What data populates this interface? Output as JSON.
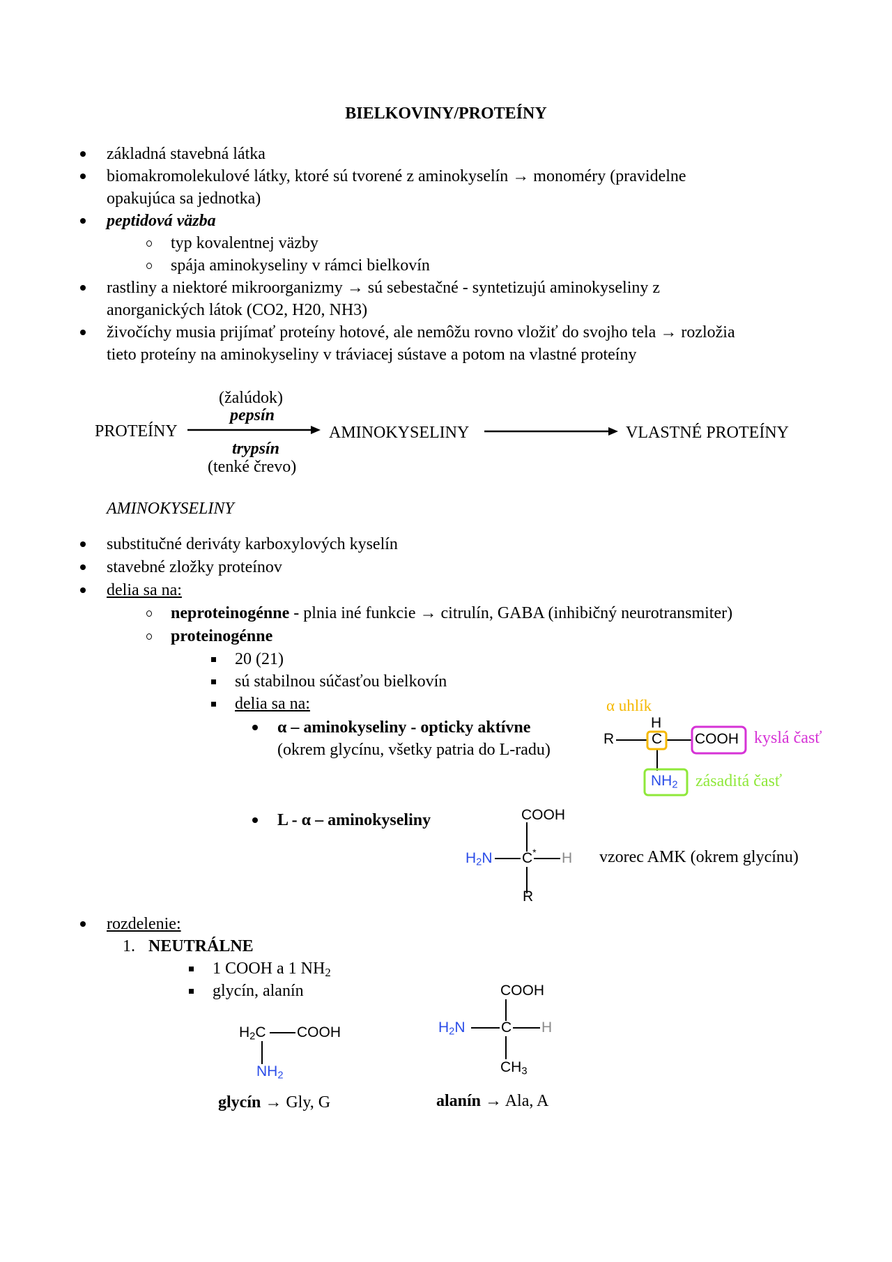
{
  "document": {
    "title": "BIELKOVINY/PROTEÍNY",
    "intro_bullets": [
      {
        "text": "základná stavebná látka"
      },
      {
        "line1": "biomakromolekulové látky, ktoré sú tvorené z aminokyselín → monoméry (pravidelne",
        "line2": "opakujúca sa jednotka)"
      },
      {
        "text": "peptidová väzba",
        "sub": [
          "typ kovalentnej väzby",
          "spája aminokyseliny v rámci bielkovín"
        ]
      },
      {
        "line1": "rastliny a niektoré mikroorganizmy → sú sebestačné - syntetizujú aminokyseliny z",
        "line2": "anorganických látok (CO2, H20, NH3)"
      },
      {
        "line1": "živočíchy musia prijímať proteíny hotové, ale nemôžu rovno vložiť do svojho tela → rozložia",
        "line2": "tieto proteíny na aminokyseliny v tráviacej sústave a potom na vlastné proteíny"
      }
    ],
    "flow_diagram": {
      "start": "PROTEÍNY",
      "above_arrow_1": "(žalúdok)",
      "enzyme_1": "pepsín",
      "enzyme_2": "trypsín",
      "below_arrow_1": "(tenké črevo)",
      "middle": "AMINOKYSELINY",
      "end": "VLASTNÉ PROTEÍNY"
    },
    "section_heading": "AMINOKYSELINY",
    "amino_bullets": [
      "substitučné deriváty karboxylových kyselín",
      "stavebné zložky proteínov",
      "delia sa na:"
    ],
    "division": {
      "nonprot_bold": "neproteinogénne",
      "nonprot_rest": " - plnia iné funkcie → citrulín, GABA (inhibičný neurotransmiter)",
      "prot_bold": "proteinogénne",
      "prot_items": [
        "20 (21)",
        "sú stabilnou súčasťou bielkovín",
        "delia sa na:"
      ],
      "alpha_bold": "α – aminokyseliny - opticky aktívne",
      "alpha_note": "(okrem glycínu, všetky patria do L-radu)",
      "l_alpha_bold": "L - α – aminokyseliny"
    },
    "structure_labeled": {
      "alpha_carbon_label": "α uhlík",
      "h": "H",
      "r": "R",
      "c": "C",
      "cooh": "COOH",
      "acid_label": "kyslá časť",
      "nh": "NH",
      "nh_sub": "2",
      "base_label": "zásaditá časť",
      "colors": {
        "alpha": "#f5b800",
        "acid": "#d633d6",
        "base": "#8fe83a",
        "amine_text": "#2b4de8"
      }
    },
    "structure_general": {
      "top": "COOH",
      "left_h": "H",
      "left_sub": "2",
      "left_n": "N",
      "center": "C",
      "star": "*",
      "right": "H",
      "bottom": "R",
      "caption": "vzorec AMK (okrem glycínu)"
    },
    "classification": {
      "heading": "rozdelenie:",
      "number": "1.",
      "group": "NEUTRÁLNE",
      "items": [
        {
          "text": "1 COOH a 1 NH",
          "sub": "2"
        },
        {
          "text": "glycín, alanín"
        }
      ]
    },
    "glycine": {
      "h2c_h": "H",
      "h2c_sub": "2",
      "h2c_c": "C",
      "cooh": "COOH",
      "nh": "NH",
      "nh_sub": "2",
      "name_bold": "glycín",
      "name_rest": " → Gly, G"
    },
    "alanine": {
      "top": "COOH",
      "left_h": "H",
      "left_sub": "2",
      "left_n": "N",
      "center": "C",
      "right": "H",
      "bottom_c": "CH",
      "bottom_sub": "3",
      "name_bold": "alanín",
      "name_rest": " → Ala, A"
    }
  }
}
